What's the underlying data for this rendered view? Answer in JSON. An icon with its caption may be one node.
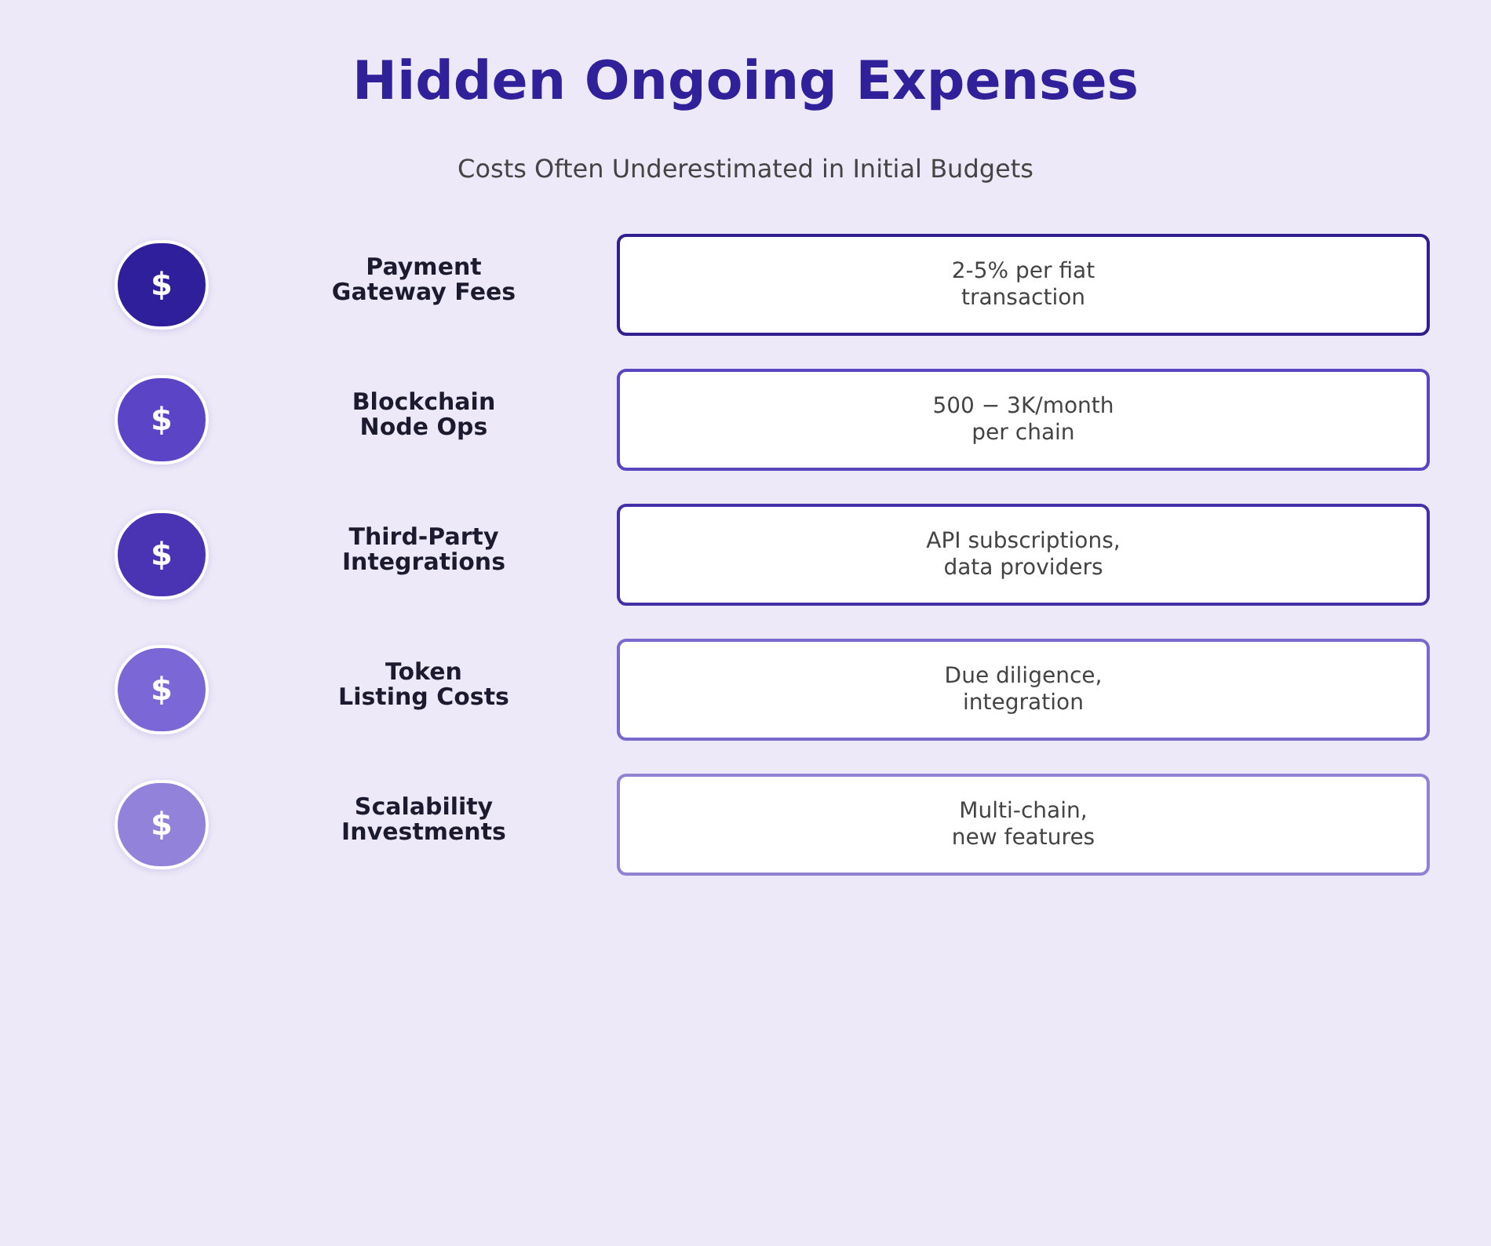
{
  "diagram": {
    "title": "Hidden Ongoing Expenses",
    "nodes": [
      {
        "text": [
          "$"
        ]
      },
      {
        "text": [
          "2-5% per fiat transaction"
        ]
      },
      {
        "text": [
          "$"
        ]
      },
      {
        "text": [
          "500 − 3K/month per chain"
        ]
      },
      {
        "text": [
          "$"
        ]
      },
      {
        "text": [
          "API subscriptions, data providers"
        ]
      },
      {
        "text": [
          "$"
        ]
      },
      {
        "text": [
          "Due diligence, integration"
        ]
      },
      {
        "text": [
          "$"
        ]
      },
      {
        "text": [
          "Multi-chain, new features"
        ]
      }
    ],
    "labels": [
      "Costs Often Underestimated in Initial Budgets",
      "Payment Gateway Fees",
      "Blockchain Node Ops",
      "Third-Party Integrations",
      "Token Listing Costs",
      "Scalability Investments"
    ]
  }
}
